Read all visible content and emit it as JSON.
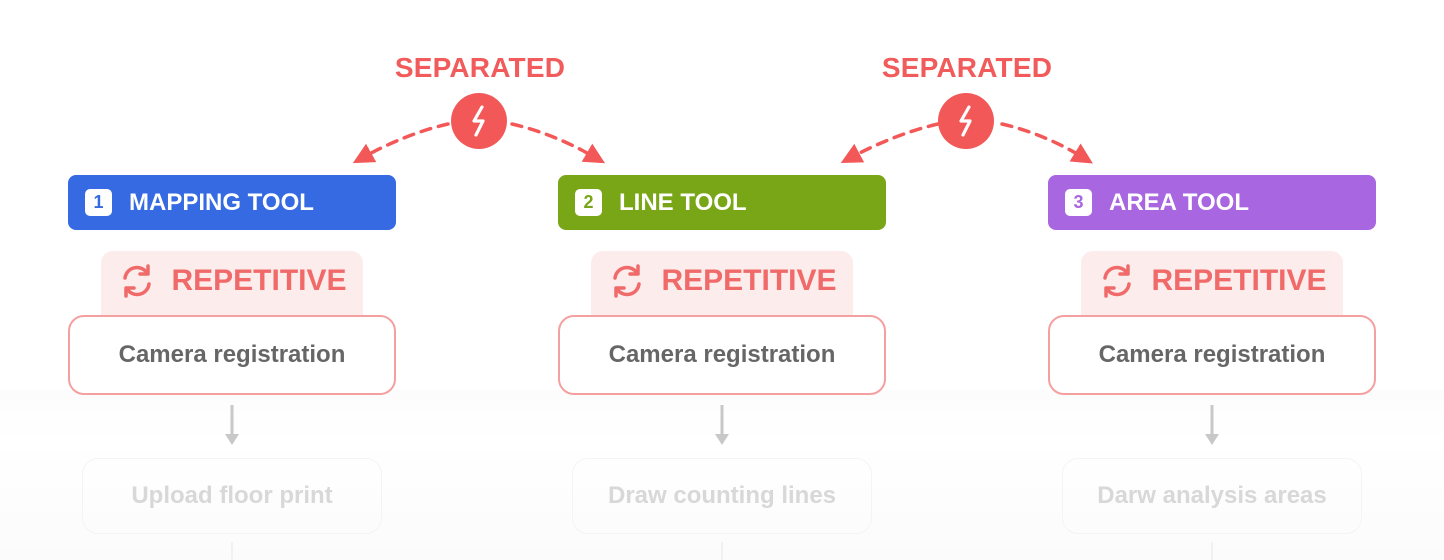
{
  "separators": [
    {
      "label": "SEPARATED"
    },
    {
      "label": "SEPARATED"
    }
  ],
  "tools": [
    {
      "number": "1",
      "name": "MAPPING TOOL",
      "color": "#356ae2",
      "repetitive": "REPETITIVE",
      "step": "Camera registration",
      "next_step": "Upload floor print"
    },
    {
      "number": "2",
      "name": "LINE TOOL",
      "color": "#79a616",
      "repetitive": "REPETITIVE",
      "step": "Camera registration",
      "next_step": "Draw counting lines"
    },
    {
      "number": "3",
      "name": "AREA TOOL",
      "color": "#a866e0",
      "repetitive": "REPETITIVE",
      "step": "Camera registration",
      "next_step": "Darw analysis areas"
    }
  ],
  "colors": {
    "accent_red": "#f35858",
    "repetitive_bg": "#fdecec",
    "step_border": "#f5a0a0"
  },
  "icons": [
    "lightning-icon",
    "refresh-icon",
    "arrow-down-icon"
  ]
}
